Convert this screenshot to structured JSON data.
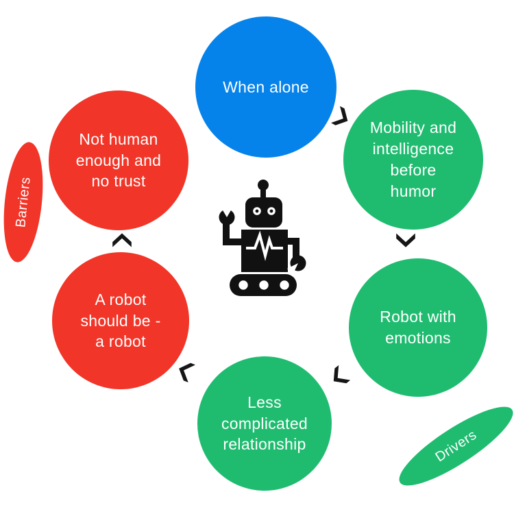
{
  "diagram_name": "robot-perception-cycle",
  "colors": {
    "blue": "#0583EB",
    "green": "#1FBC70",
    "red": "#F13528",
    "arrow": "#161616",
    "text": "#FFFFFF"
  },
  "nodes": [
    {
      "id": "when-alone",
      "label": "When alone",
      "color": "#0583EB",
      "category": "neutral"
    },
    {
      "id": "mobility-intelligence",
      "label": "Mobility and\nintelligence\nbefore\nhumor",
      "color": "#1FBC70",
      "category": "driver"
    },
    {
      "id": "robot-with-emotions",
      "label": "Robot with\nemotions",
      "color": "#1FBC70",
      "category": "driver"
    },
    {
      "id": "less-complicated",
      "label": "Less\ncomplicated\nrelationship",
      "color": "#1FBC70",
      "category": "driver"
    },
    {
      "id": "robot-should-be",
      "label": "A robot\nshould be -\na robot",
      "color": "#F13528",
      "category": "barrier"
    },
    {
      "id": "not-human-enough",
      "label": "Not human\nenough and\nno trust",
      "color": "#F13528",
      "category": "barrier"
    }
  ],
  "legend": {
    "barriers": "Barriers",
    "drivers": "Drivers"
  },
  "icons": {
    "center": "robot-icon",
    "flow": "chevron-arrow-icon"
  }
}
